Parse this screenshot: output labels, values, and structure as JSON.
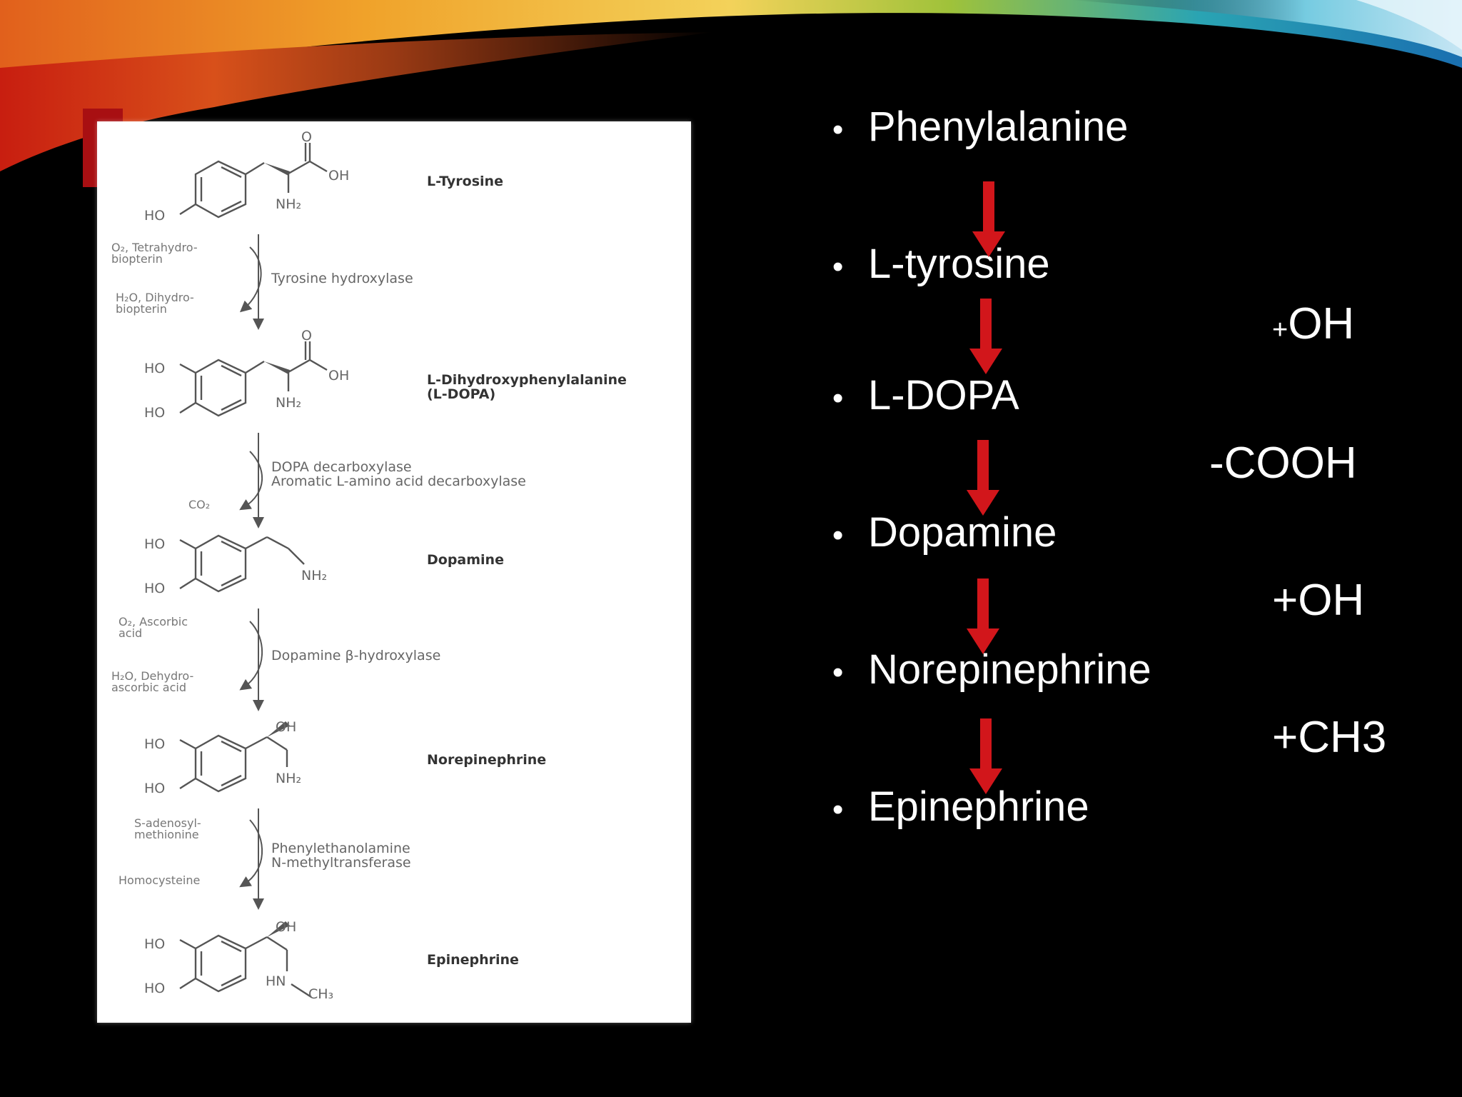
{
  "figure": {
    "compounds": [
      {
        "label": "L-Tyrosine"
      },
      {
        "label": "L-Dihydroxyphenylalanine",
        "label2": "(L-DOPA)"
      },
      {
        "label": "Dopamine"
      },
      {
        "label": "Norepinephrine"
      },
      {
        "label": "Epinephrine"
      }
    ],
    "steps": [
      {
        "enzyme": [
          "Tyrosine hydroxylase"
        ],
        "inputs": [
          "O₂, Tetrahydro-",
          "biopterin"
        ],
        "outputs": [
          "H₂O, Dihydro-",
          "biopterin"
        ]
      },
      {
        "enzyme": [
          "DOPA decarboxylase",
          "Aromatic L-amino acid decarboxylase"
        ],
        "inputs": [],
        "outputs": [
          "CO₂"
        ]
      },
      {
        "enzyme": [
          "Dopamine β-hydroxylase"
        ],
        "inputs": [
          "O₂, Ascorbic",
          "acid"
        ],
        "outputs": [
          "H₂O, Dehydro-",
          "ascorbic acid"
        ]
      },
      {
        "enzyme": [
          "Phenylethanolamine",
          "N-methyltransferase"
        ],
        "inputs": [
          "S-adenosyl-",
          "methionine"
        ],
        "outputs": [
          "Homocysteine"
        ]
      }
    ],
    "atoms": {
      "ho": "HO",
      "oh": "OH",
      "o": "O",
      "nh2": "NH₂",
      "hn": "HN",
      "ch3": "CH₃"
    }
  },
  "pathway": {
    "bullet": "•",
    "items": [
      "Phenylalanine",
      "L-tyrosine",
      "L-DOPA",
      "Dopamine",
      "Norepinephrine",
      "Epinephrine"
    ],
    "modifications": [
      "+",
      "OH",
      "-COOH",
      "+OH",
      "+CH3"
    ]
  },
  "colors": {
    "arrow": "#d2161b",
    "background": "#000000",
    "text": "#ffffff"
  }
}
